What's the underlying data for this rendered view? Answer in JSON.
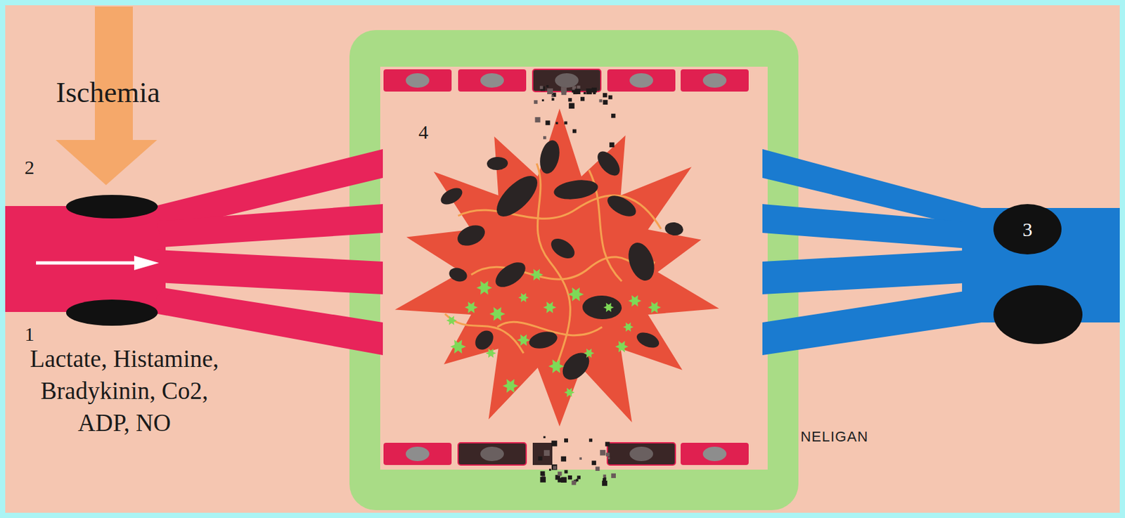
{
  "diagram": {
    "nodes": [
      {
        "text": [
          "3"
        ]
      }
    ],
    "labels": [
      "Ischemia",
      "2",
      "1",
      "Lactate, Histamine, Bradykinin, Co2, ADP, NO",
      "4",
      "NELIGAN"
    ]
  }
}
